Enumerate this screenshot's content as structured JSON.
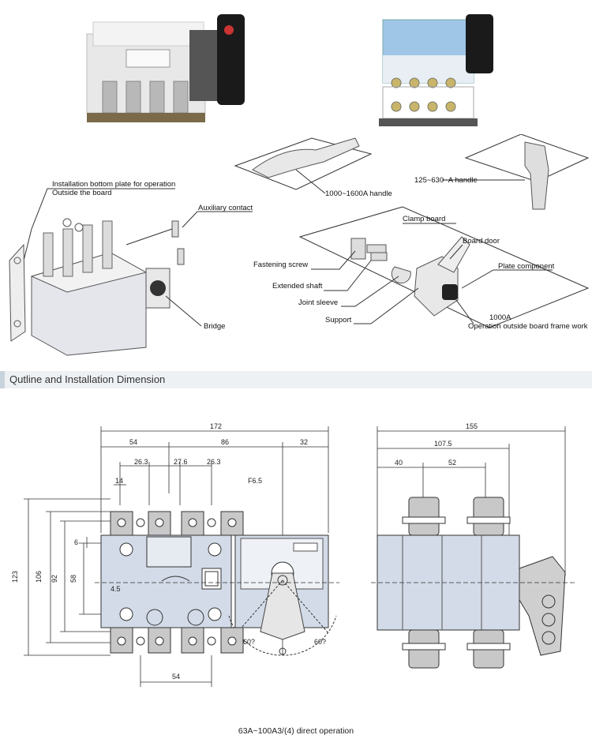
{
  "top_labels": {
    "installation_bottom_plate": "Installation bottom plate for operation",
    "outside_the_board": "Outside the board",
    "auxiliary_contact": "Auxiliary contact",
    "bridge": "Bridge",
    "handle_1000_1600": "1000~1600A handle",
    "handle_125_630": "125~630~A handle",
    "clamp_board": "Clamp board",
    "fastening_screw": "Fastening screw",
    "extended_shaft": "Extended shaft",
    "joint_sleeve": "Joint sleeve",
    "support": "Support",
    "board_door": "Board door",
    "plate_component": "Plate component",
    "a1000": "1000A",
    "operation_outside_board": "Operation outside board frame work"
  },
  "section": {
    "title": "Qutline and Installation Dimension"
  },
  "front_view": {
    "dims": {
      "overall_width": "172",
      "d54_top": "54",
      "d86": "86",
      "d32": "32",
      "d26_3_a": "26.3",
      "d27_6": "27.6",
      "d26_3_b": "26.3",
      "d14": "14",
      "f6_5": "F6.5",
      "d6": "6",
      "d123": "123",
      "d106": "106",
      "d92": "92",
      "d58": "58",
      "d4_5": "4.5",
      "d54_bottom": "54",
      "angle_left": "60?",
      "angle_right": "60?"
    }
  },
  "side_view": {
    "dims": {
      "overall_width": "155",
      "d107_5": "107.5",
      "d40": "40",
      "d52": "52"
    }
  },
  "caption": "63A~100A3/(4) direct operation",
  "colors": {
    "body_fill": "#d3dbe8",
    "terminal_fill": "#c8c8c8",
    "section_bar": "#eef1f4"
  }
}
